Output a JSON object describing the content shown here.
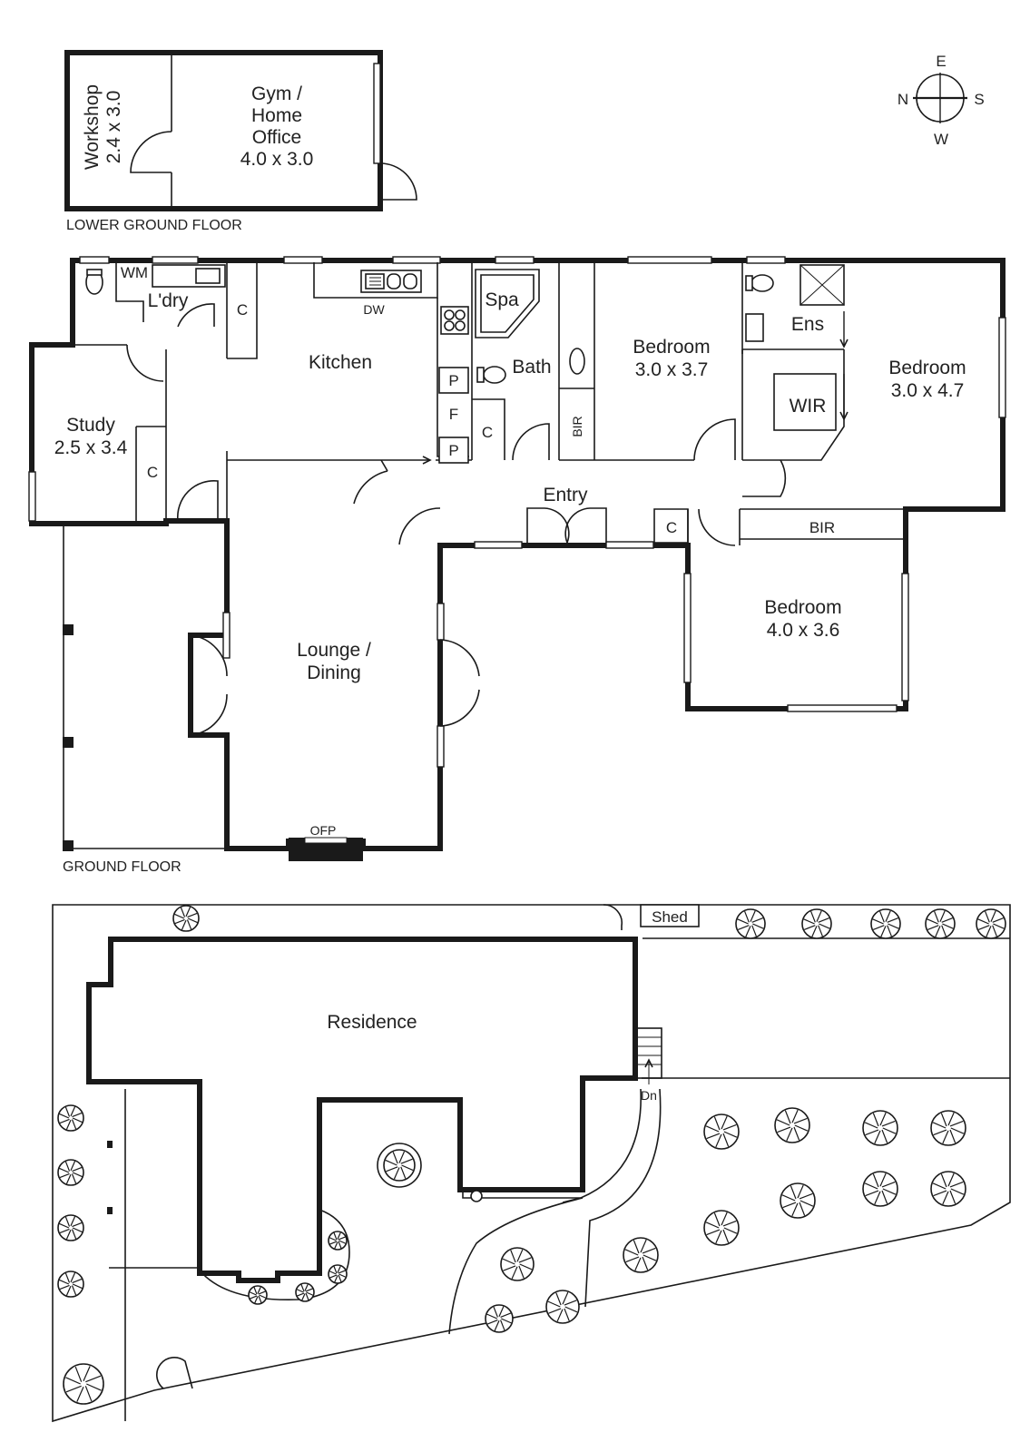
{
  "compass": {
    "n": "N",
    "e": "E",
    "s": "S",
    "w": "W"
  },
  "floors": {
    "lower_ground": "LOWER GROUND FLOOR",
    "ground": "GROUND FLOOR"
  },
  "rooms": {
    "workshop": {
      "name": "Workshop",
      "size": "2.4 x 3.0"
    },
    "gym": {
      "line1": "Gym /",
      "line2": "Home",
      "line3": "Office",
      "size": "4.0 x 3.0"
    },
    "wm": "WM",
    "laundry": "L'dry",
    "kitchen": "Kitchen",
    "dw": "DW",
    "spa": "Spa",
    "bath": "Bath",
    "bedroom_a": {
      "name": "Bedroom",
      "size": "3.0 x 3.7"
    },
    "ensuite": "Ens",
    "bedroom_b": {
      "name": "Bedroom",
      "size": "3.0 x 4.7"
    },
    "wir": "WIR",
    "study": {
      "name": "Study",
      "size": "2.5 x 3.4"
    },
    "entry": "Entry",
    "bedroom_c": {
      "name": "Bedroom",
      "size": "4.0 x 3.6"
    },
    "bir": "BIR",
    "lounge": {
      "line1": "Lounge /",
      "line2": "Dining"
    },
    "ofp": "OFP",
    "cupboard": "C",
    "pantry": "P",
    "fridge": "F"
  },
  "site": {
    "shed": "Shed",
    "residence": "Residence",
    "stairs": "Dn"
  }
}
